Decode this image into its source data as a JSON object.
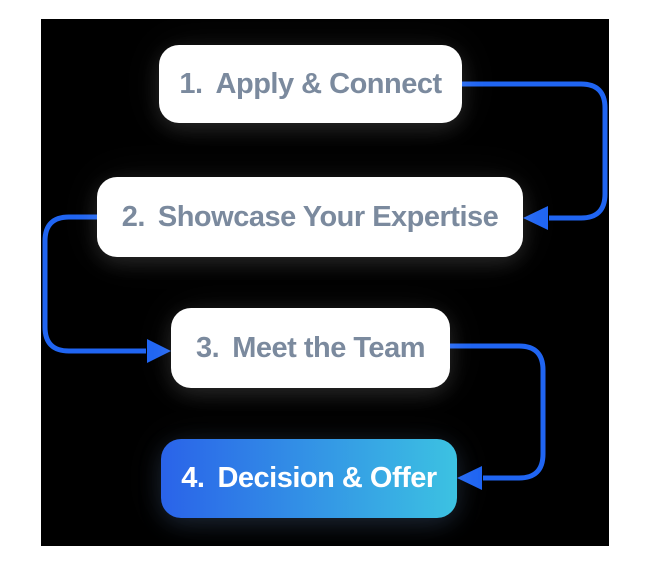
{
  "flow": {
    "steps": [
      {
        "number": "1.",
        "label": "Apply & Connect",
        "highlighted": false
      },
      {
        "number": "2.",
        "label": "Showcase Your Expertise",
        "highlighted": false
      },
      {
        "number": "3.",
        "label": "Meet the Team",
        "highlighted": false
      },
      {
        "number": "4.",
        "label": "Decision & Offer",
        "highlighted": true
      }
    ],
    "connections": [
      {
        "from": 1,
        "to": 2,
        "exit_side": "right",
        "enter_side": "right"
      },
      {
        "from": 2,
        "to": 3,
        "exit_side": "left",
        "enter_side": "left"
      },
      {
        "from": 3,
        "to": 4,
        "exit_side": "right",
        "enter_side": "right"
      }
    ]
  },
  "colors": {
    "page_margin": "#ffffff",
    "canvas_background": "#000000",
    "box_background": "#ffffff",
    "box_text": "#7b8a9e",
    "highlight_text": "#ffffff",
    "highlight_gradient_start": "#2a63e9",
    "highlight_gradient_end": "#3cc2e2",
    "arrow": "#2065f2"
  }
}
